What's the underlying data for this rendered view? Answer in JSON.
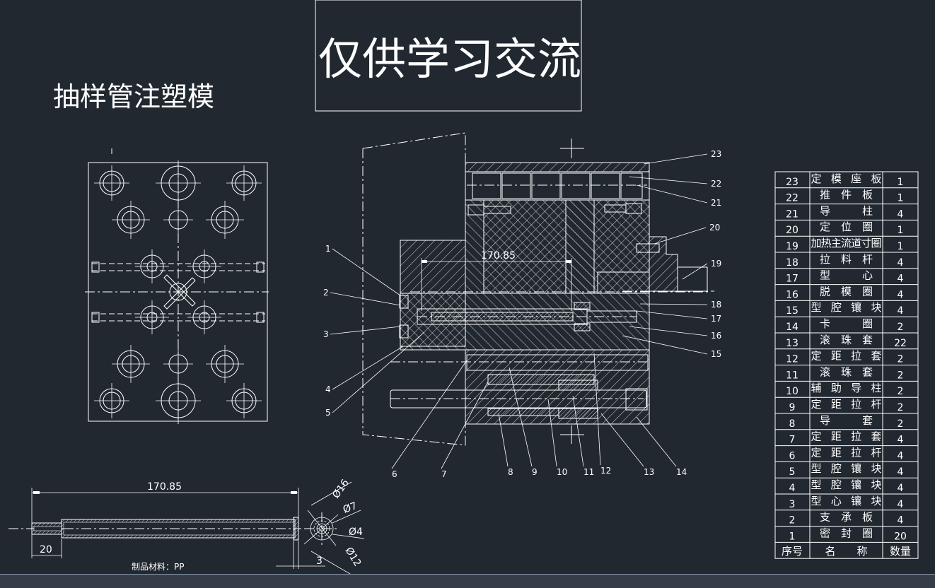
{
  "drawing": {
    "watermark": "仅供学习交流",
    "title": "抽样管注塑模",
    "colors": {
      "background": "#212830",
      "lines": "#ffffff",
      "statusbar": "#363c48"
    }
  },
  "section_view": {
    "dimension": "170.85",
    "callouts_left": [
      "1",
      "2",
      "3",
      "4",
      "5"
    ],
    "callouts_right": [
      "23",
      "22",
      "21",
      "20",
      "19",
      "18",
      "17",
      "16",
      "15"
    ],
    "callouts_bottom": [
      "6",
      "7",
      "8",
      "9",
      "10",
      "11",
      "12",
      "13",
      "14"
    ]
  },
  "part_view": {
    "length_dim": "170.85",
    "step_dim": "20",
    "flange_dim": "3",
    "diameters": [
      "Ø16",
      "Ø7",
      "Ø4",
      "Ø12"
    ],
    "material_note": "制品材料：PP"
  },
  "bom": {
    "header": {
      "no": "序号",
      "name": "名　　称",
      "qty": "数量"
    },
    "rows": [
      {
        "no": "23",
        "name": "定 模 座 板",
        "qty": "1"
      },
      {
        "no": "22",
        "name": "推　件　板",
        "qty": "1"
      },
      {
        "no": "21",
        "name": "导　　　柱",
        "qty": "4"
      },
      {
        "no": "20",
        "name": "定　位　圈",
        "qty": "1"
      },
      {
        "no": "19",
        "name": "加热主流道寸圈",
        "qty": "1"
      },
      {
        "no": "18",
        "name": "拉　料　杆",
        "qty": "4"
      },
      {
        "no": "17",
        "name": "型　　　心",
        "qty": "4"
      },
      {
        "no": "16",
        "name": "脱　模　圈",
        "qty": "4"
      },
      {
        "no": "15",
        "name": "型 腔 镶 块",
        "qty": "4"
      },
      {
        "no": "14",
        "name": "卡　　　圈",
        "qty": "2"
      },
      {
        "no": "13",
        "name": "滚　珠　套",
        "qty": "22"
      },
      {
        "no": "12",
        "name": "定 距 拉 套",
        "qty": "2"
      },
      {
        "no": "11",
        "name": "滚　珠　套",
        "qty": "2"
      },
      {
        "no": "10",
        "name": "辅 助 导 柱",
        "qty": "2"
      },
      {
        "no": "9",
        "name": "定 距 拉 杆",
        "qty": "2"
      },
      {
        "no": "8",
        "name": "导　　　套",
        "qty": "2"
      },
      {
        "no": "7",
        "name": "定 距 拉 套",
        "qty": "4"
      },
      {
        "no": "6",
        "name": "定 距 拉 杆",
        "qty": "4"
      },
      {
        "no": "5",
        "name": "型 腔 镶 块",
        "qty": "4"
      },
      {
        "no": "4",
        "name": "型 腔 镶 块",
        "qty": "4"
      },
      {
        "no": "3",
        "name": "型 心 镶 块",
        "qty": "4"
      },
      {
        "no": "2",
        "name": "支　承　板",
        "qty": "4"
      },
      {
        "no": "1",
        "name": "密　封　圈",
        "qty": "20"
      }
    ]
  }
}
